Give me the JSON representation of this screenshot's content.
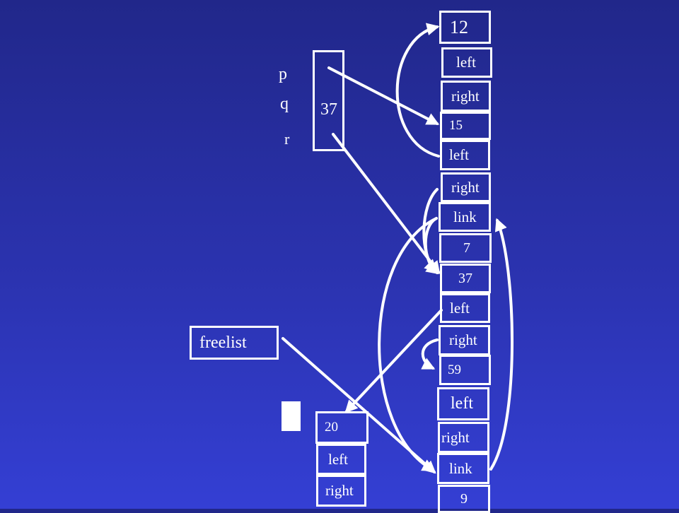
{
  "slide": {
    "vars": {
      "p": "p",
      "q": "q",
      "r": "r",
      "value": "37"
    },
    "freelist": "freelist",
    "column": [
      "12",
      "left",
      "right",
      "15",
      "left",
      "right",
      "link",
      "7",
      "37",
      "left",
      "right",
      "59",
      "left",
      "right",
      "link",
      "9"
    ],
    "freenode": [
      "20",
      "left",
      "right"
    ]
  },
  "colors": {
    "background": "#2b33b0",
    "foreground": "#ffffff"
  }
}
